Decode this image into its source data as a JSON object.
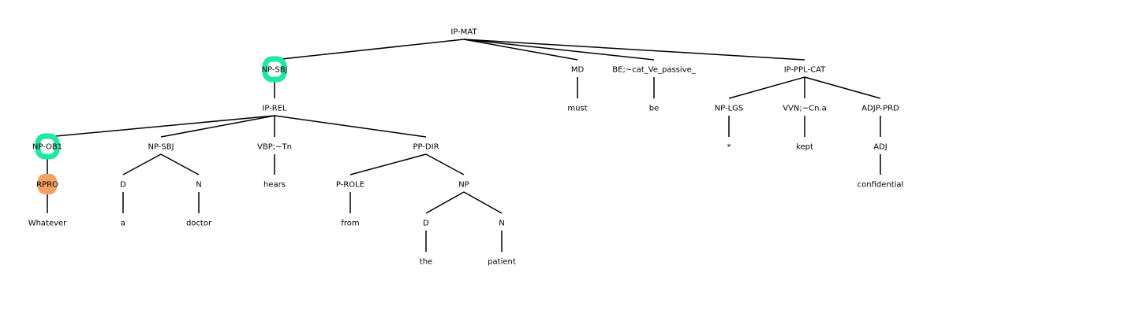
{
  "tree": {
    "root": "0",
    "nodes": [
      {
        "id": "0",
        "label": "IP-MAT",
        "parent": null
      },
      {
        "id": "1",
        "label": "NP-SBJ",
        "parent": "0",
        "highlight": "green-ring"
      },
      {
        "id": "2",
        "label": "MD",
        "parent": "0"
      },
      {
        "id": "3",
        "label": "BE;~cat_Ve_passive_",
        "parent": "0"
      },
      {
        "id": "4",
        "label": "IP-PPL-CAT",
        "parent": "0"
      },
      {
        "id": "5",
        "label": "IP-REL",
        "parent": "1"
      },
      {
        "id": "6",
        "label": "must",
        "parent": "2"
      },
      {
        "id": "7",
        "label": "be",
        "parent": "3"
      },
      {
        "id": "8",
        "label": "NP-LGS",
        "parent": "4"
      },
      {
        "id": "9",
        "label": "VVN;~Cn.a",
        "parent": "4"
      },
      {
        "id": "10",
        "label": "ADJP-PRD",
        "parent": "4"
      },
      {
        "id": "11",
        "label": "NP-OB1",
        "parent": "5",
        "highlight": "green-ring"
      },
      {
        "id": "12",
        "label": "NP-SBJ",
        "parent": "5"
      },
      {
        "id": "13",
        "label": "VBP;~Tn",
        "parent": "5"
      },
      {
        "id": "14",
        "label": "PP-DIR",
        "parent": "5"
      },
      {
        "id": "15",
        "label": "*",
        "parent": "8"
      },
      {
        "id": "16",
        "label": "kept",
        "parent": "9"
      },
      {
        "id": "17",
        "label": "ADJ",
        "parent": "10"
      },
      {
        "id": "18",
        "label": "RPRO",
        "parent": "11",
        "highlight": "orange-box"
      },
      {
        "id": "19",
        "label": "D",
        "parent": "12"
      },
      {
        "id": "20",
        "label": "N",
        "parent": "12"
      },
      {
        "id": "21",
        "label": "hears",
        "parent": "13"
      },
      {
        "id": "22",
        "label": "P-ROLE",
        "parent": "14"
      },
      {
        "id": "23",
        "label": "NP",
        "parent": "14"
      },
      {
        "id": "24",
        "label": "confidential",
        "parent": "17"
      },
      {
        "id": "25",
        "label": "Whatever",
        "parent": "18"
      },
      {
        "id": "26",
        "label": "a",
        "parent": "19"
      },
      {
        "id": "27",
        "label": "doctor",
        "parent": "20"
      },
      {
        "id": "28",
        "label": "from",
        "parent": "22"
      },
      {
        "id": "29",
        "label": "D",
        "parent": "23"
      },
      {
        "id": "30",
        "label": "N",
        "parent": "23"
      },
      {
        "id": "31",
        "label": "the",
        "parent": "29"
      },
      {
        "id": "32",
        "label": "patient",
        "parent": "30"
      }
    ]
  },
  "colors": {
    "green-ring": "#1de9a0",
    "orange-box": "#f4a261",
    "edge": "#000000",
    "text": "#000000"
  }
}
